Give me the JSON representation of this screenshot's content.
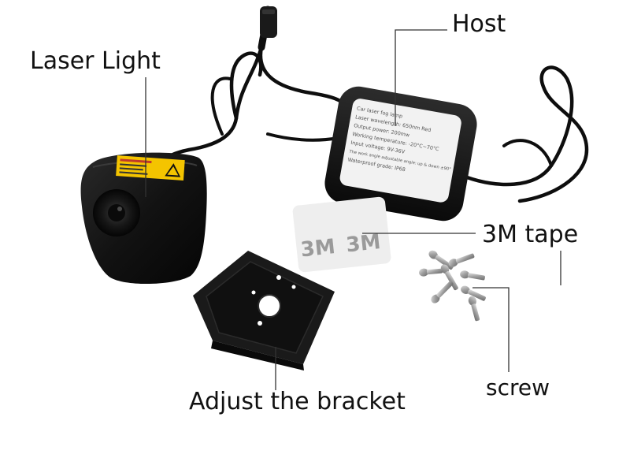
{
  "callouts": {
    "laser_light": "Laser Light",
    "host": "Host",
    "tape": "3M tape",
    "screw": "screw",
    "bracket": "Adjust the bracket"
  },
  "host_label_lines": [
    "Car laser fog lamp",
    "Laser wavelength: 650nm Red",
    "Output power: 200mw",
    "Working temperature: -20°C~70°C",
    "Input voltage: 9V-36V",
    "The work angle adjustable angle: up & down ±90°",
    "Waterproof grade: IP68"
  ],
  "tape_print": "3M",
  "colors": {
    "background": "#ffffff",
    "device_body": "#151515",
    "cable": "#0e0e0e",
    "host_label": "#f2f2f2",
    "warning_label": "#f4c400",
    "tape_pad": "#eeeeee",
    "tape_print": "#9a9a9a",
    "screw_metal": "#a8a8a8",
    "leader_line": "#333333",
    "text": "#111111"
  }
}
